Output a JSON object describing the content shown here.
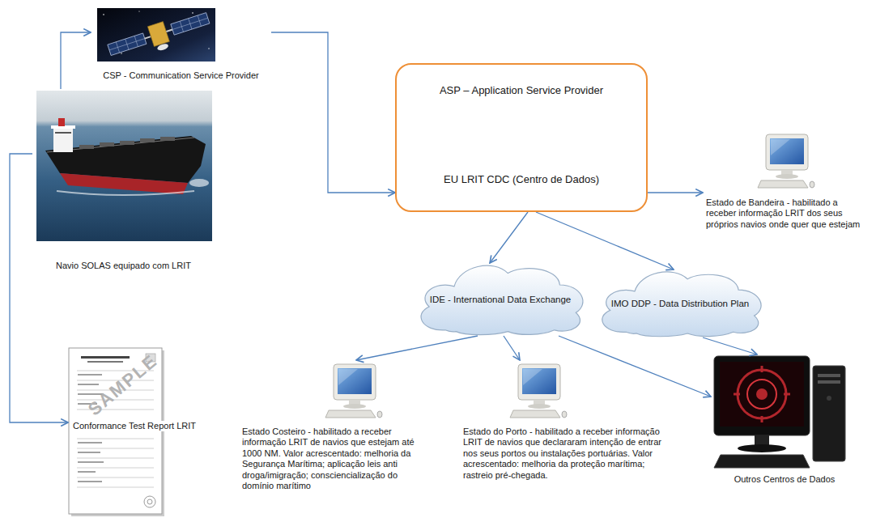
{
  "diagram": {
    "nodes": [
      {
        "text": [
          "CSP - Communication Service Provider"
        ]
      },
      {
        "text": [
          "Navio SOLAS equipado com LRIT"
        ]
      },
      {
        "text": [
          "ASP – Application Service Provider",
          "EU LRIT CDC (Centro de Dados)"
        ]
      },
      {
        "text": [
          "Estado de Bandeira - habilitado a receber informação LRIT dos seus próprios navios onde quer que estejam"
        ]
      },
      {
        "text": [
          "IDE - International Data Exchange"
        ]
      },
      {
        "text": [
          "IMO DDP - Data Distribution Plan"
        ]
      },
      {
        "text": [
          "Conformance Test Report LRIT"
        ]
      },
      {
        "text": [
          "Estado Costeiro - habilitado a receber informação LRIT de navios que estejam até 1000 NM. Valor acrescentado: melhoria da Segurança Marítima; aplicação leis anti droga/imigração; consciencialização do domínio marítimo"
        ]
      },
      {
        "text": [
          "Estado do Porto - habilitado a receber informação LRIT de navios que declararam intenção de entrar nos seus portos ou instalações portuárias. Valor acrescentado: melhoria da proteção marítima; rastreio pré-chegada."
        ]
      },
      {
        "text": [
          "Outros Centros de Dados"
        ]
      }
    ],
    "edges": [
      {
        "from": 1,
        "to": 0,
        "arrow": "to"
      },
      {
        "from": 0,
        "to": 2,
        "arrow": "to"
      },
      {
        "from": 2,
        "to": 3,
        "arrow": "to"
      },
      {
        "from": 1,
        "to": 6,
        "arrow": "to"
      },
      {
        "from": 2,
        "to": 4,
        "arrow": "to"
      },
      {
        "from": 2,
        "to": 5,
        "arrow": "to"
      },
      {
        "from": 4,
        "to": 7,
        "arrow": "to"
      },
      {
        "from": 4,
        "to": 8,
        "arrow": "to"
      },
      {
        "from": 4,
        "to": 9,
        "arrow": "to"
      },
      {
        "from": 5,
        "to": 9,
        "arrow": "to"
      }
    ],
    "labels": [
      "SAMPLE"
    ]
  }
}
